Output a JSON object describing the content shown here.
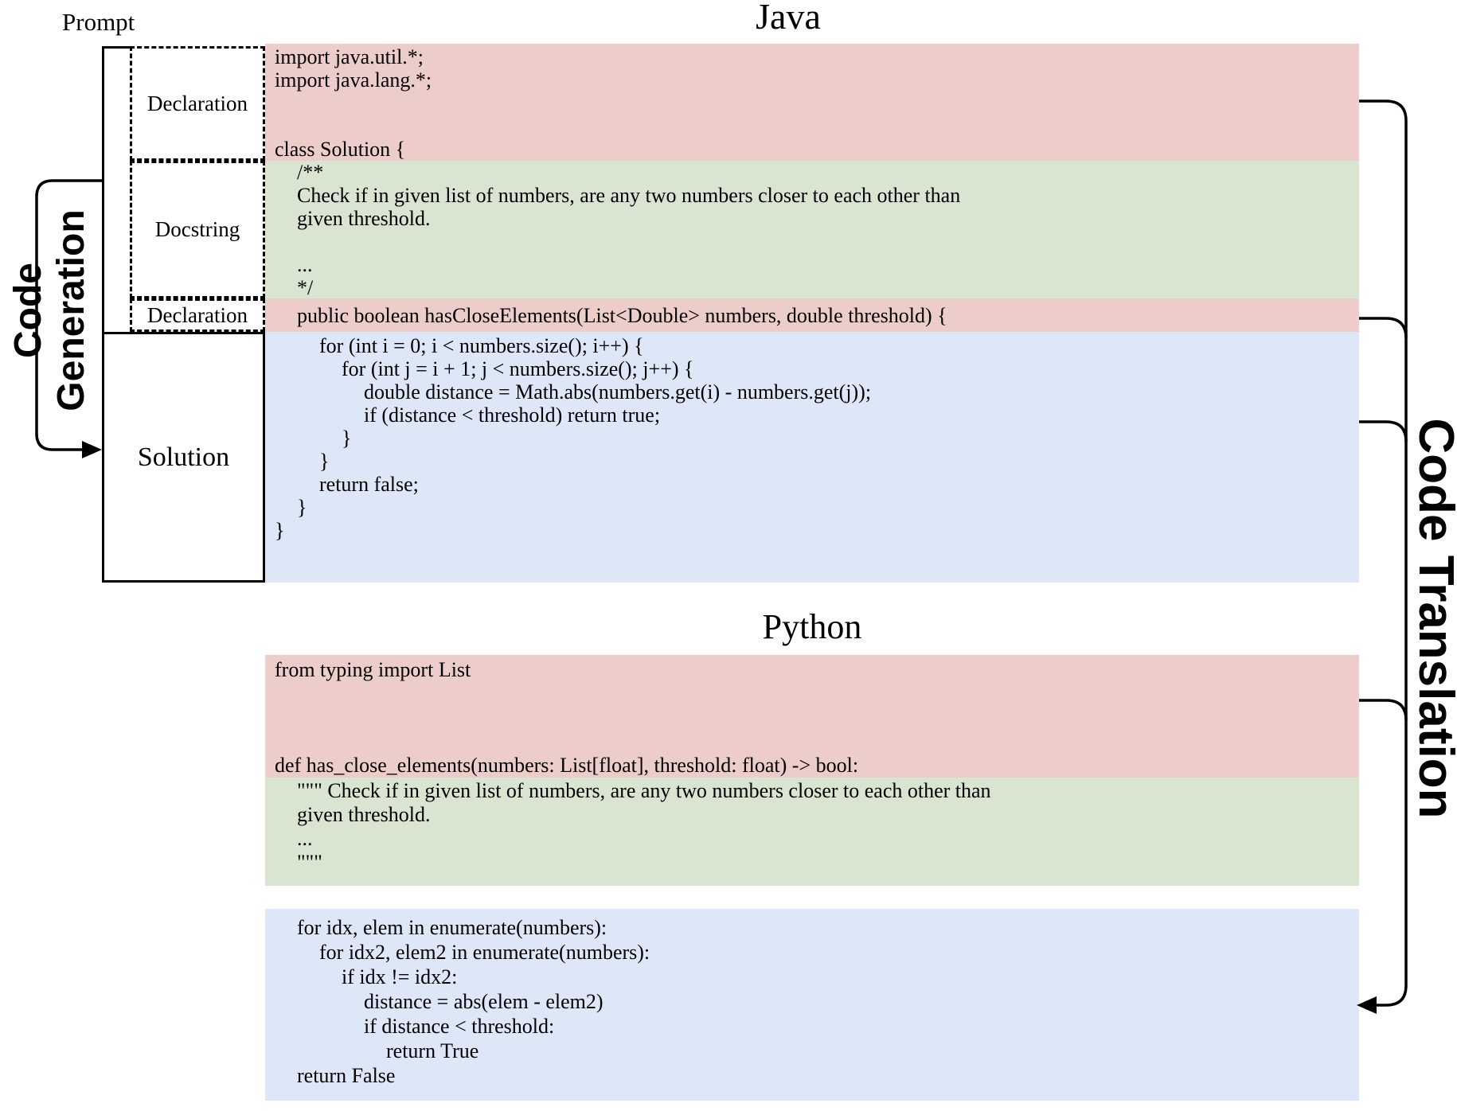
{
  "titles": {
    "java": "Java",
    "python": "Python"
  },
  "left_panel": {
    "prompt_label": "Prompt",
    "code_generation_label": {
      "line1": "Code",
      "line2": "Generation"
    },
    "declaration_top_label": "Declaration",
    "docstring_label": "Docstring",
    "declaration_bottom_label": "Declaration",
    "solution_label": "Solution"
  },
  "right_panel": {
    "code_translation_label": "Code Translation"
  },
  "colors": {
    "declaration_bg": "#edcdca",
    "docstring_bg": "#d9e4d1",
    "solution_bg": "#dde7f8",
    "line_color": "#000000"
  },
  "java": {
    "declaration_lines": [
      {
        "text": "import java.util.*;",
        "indent": 0
      },
      {
        "text": "import java.lang.*;",
        "indent": 0
      },
      {
        "text": "",
        "indent": 0
      },
      {
        "text": "",
        "indent": 0
      },
      {
        "text": "class Solution {",
        "indent": 0
      }
    ],
    "docstring_lines": [
      {
        "text": "/**",
        "indent": 1
      },
      {
        "text": "Check if in given list of numbers, are any two numbers closer to each other than",
        "indent": 1
      },
      {
        "text": "given threshold.",
        "indent": 1
      },
      {
        "text": "",
        "indent": 1
      },
      {
        "text": "...",
        "indent": 1
      },
      {
        "text": "*/",
        "indent": 1
      }
    ],
    "method_declaration_lines": [
      {
        "text": "public boolean hasCloseElements(List<Double> numbers, double threshold) {",
        "indent": 1
      }
    ],
    "solution_lines": [
      {
        "text": "for (int i = 0; i < numbers.size(); i++) {",
        "indent": 2
      },
      {
        "text": "for (int j = i + 1; j < numbers.size(); j++) {",
        "indent": 3
      },
      {
        "text": "double distance = Math.abs(numbers.get(i) - numbers.get(j));",
        "indent": 4
      },
      {
        "text": "if (distance < threshold) return true;",
        "indent": 4
      },
      {
        "text": "}",
        "indent": 3
      },
      {
        "text": "}",
        "indent": 2
      },
      {
        "text": "return false;",
        "indent": 2
      },
      {
        "text": "}",
        "indent": 1
      },
      {
        "text": "}",
        "indent": 0
      }
    ]
  },
  "python": {
    "declaration_lines": [
      {
        "text": "from typing import List",
        "indent": 0
      },
      {
        "text": "",
        "indent": 0
      },
      {
        "text": "",
        "indent": 0
      },
      {
        "text": "",
        "indent": 0
      },
      {
        "text": "def has_close_elements(numbers: List[float], threshold: float) -> bool:",
        "indent": 0
      }
    ],
    "docstring_lines": [
      {
        "text": "\"\"\" Check if in given list of numbers, are any two numbers closer to each other than",
        "indent": 1
      },
      {
        "text": "given threshold.",
        "indent": 1
      },
      {
        "text": "...",
        "indent": 1
      },
      {
        "text": "\"\"\"",
        "indent": 1
      }
    ],
    "solution_lines": [
      {
        "text": "for idx, elem in enumerate(numbers):",
        "indent": 1
      },
      {
        "text": "for idx2, elem2 in enumerate(numbers):",
        "indent": 2
      },
      {
        "text": "if idx != idx2:",
        "indent": 3
      },
      {
        "text": "distance = abs(elem - elem2)",
        "indent": 4
      },
      {
        "text": "if distance < threshold:",
        "indent": 4
      },
      {
        "text": "return True",
        "indent": 5
      },
      {
        "text": "return False",
        "indent": 1
      }
    ]
  }
}
